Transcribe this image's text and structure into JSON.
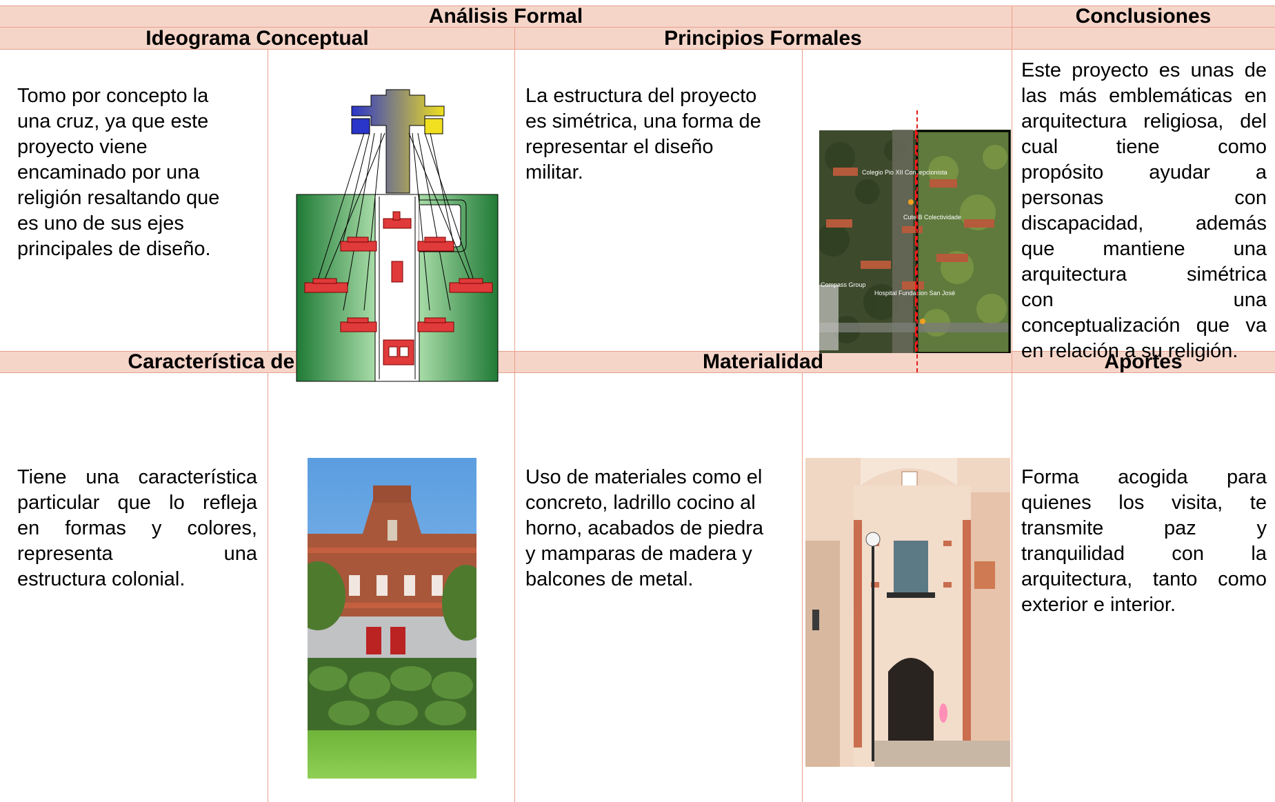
{
  "headers": {
    "analisis_formal": "Análisis Formal",
    "conclusiones": "Conclusiones",
    "ideograma": "Ideograma Conceptual",
    "principios": "Principios Formales",
    "caracteristica": "Característica de la Forma",
    "materialidad": "Materialidad",
    "aportes": "Aportes"
  },
  "texts": {
    "ideograma_lines": [
      "Tomo por concepto la",
      "una cruz, ya que este",
      "proyecto viene",
      "encaminado por una",
      "religión resaltando que",
      "es uno de sus ejes",
      "principales de diseño."
    ],
    "principios_lines": [
      "La estructura del proyecto",
      "es simétrica, una forma de",
      "representar el diseño",
      "militar."
    ],
    "conclusiones_lines": [
      "Este proyecto es unas de",
      "las más emblemáticas en",
      "arquitectura religiosa, del",
      "cual tiene como",
      "propósito ayudar a",
      "personas con",
      "discapacidad, además",
      "que mantiene una",
      "arquitectura simétrica",
      "con una",
      "conceptualización que va",
      "en relación a su religión."
    ],
    "caracteristica_lines": [
      "Tiene una característica",
      "particular que lo refleja",
      "en formas y colores,",
      "representa una",
      "estructura colonial."
    ],
    "materialidad_lines": [
      "Uso de materiales como el",
      "concreto, ladrillo cocino al",
      "horno, acabados de piedra",
      "y mamparas de madera y",
      "balcones de metal."
    ],
    "aportes_lines": [
      "Forma acogida para",
      "quienes los visita, te",
      "transmite paz y",
      "tranquilidad con la",
      "arquitectura, tanto como",
      "exterior e interior."
    ]
  },
  "map_labels": {
    "colegio": "Colegio Pio XII Concepcionista",
    "cutty": "Cute B Colectividade",
    "compass": "Compass Group",
    "hospital": "Hospital Fundacion San José"
  },
  "colors": {
    "border": "#e8a08a",
    "header_band": "#f6d5c9",
    "green_dark": "#1f7a35",
    "green_light": "#a8dca8",
    "cross_blue": "#2a35c9",
    "cross_yellow": "#f0e020",
    "building_red": "#e03a3a"
  }
}
